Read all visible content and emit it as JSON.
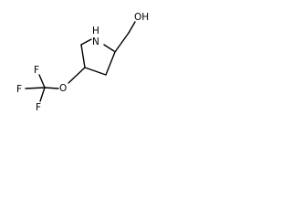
{
  "molecule": {
    "atoms": {
      "n": "N",
      "h": "H",
      "oh": "OH",
      "o": "O",
      "f_top": "F",
      "f_left": "F",
      "f_bottom": "F"
    }
  }
}
